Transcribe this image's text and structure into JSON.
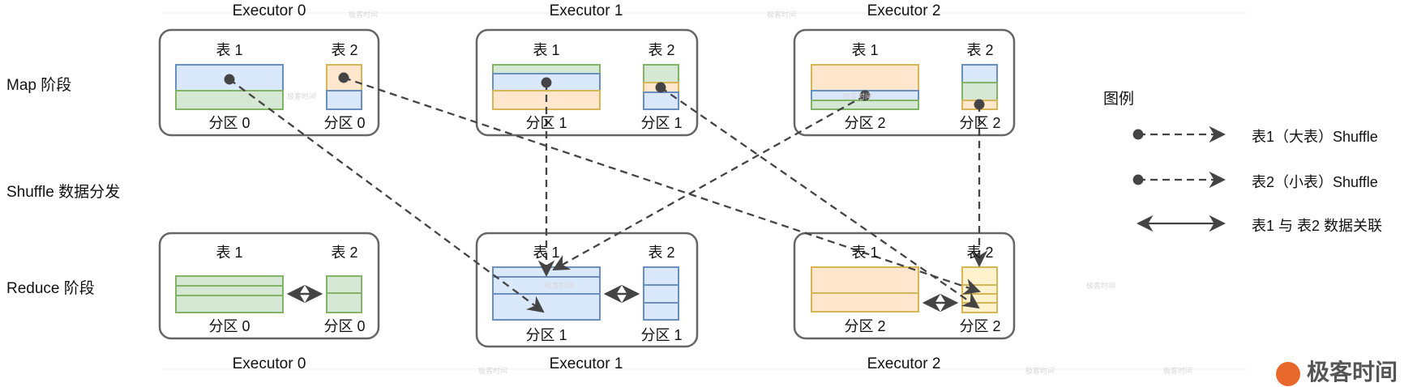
{
  "stages": {
    "map": "Map 阶段",
    "shuffle": "Shuffle 数据分发",
    "reduce": "Reduce 阶段"
  },
  "executors_top": [
    "Executor 0",
    "Executor 1",
    "Executor 2"
  ],
  "executors_bottom": [
    "Executor 0",
    "Executor 1",
    "Executor 2"
  ],
  "table_labels": {
    "t1": "表 1",
    "t2": "表 2"
  },
  "partitions": {
    "p0": "分区 0",
    "p1": "分区 1",
    "p2": "分区 2"
  },
  "legend": {
    "title": "图例",
    "items": [
      "表1（大表）Shuffle",
      "表2（小表）Shuffle",
      "表1 与 表2 数据关联"
    ]
  },
  "colors": {
    "blue_fill": "#dae8fc",
    "blue_stroke": "#6c8ebf",
    "green_fill": "#d5e8d4",
    "green_stroke": "#82b366",
    "orange_fill": "#ffe6cc",
    "orange_stroke": "#d6b656",
    "yellow_fill": "#fff2cc",
    "box_stroke": "#666666",
    "arrow": "#444444",
    "brand": "#e8672b"
  },
  "watermark": "极客时间",
  "brand_logo": "极客时间"
}
